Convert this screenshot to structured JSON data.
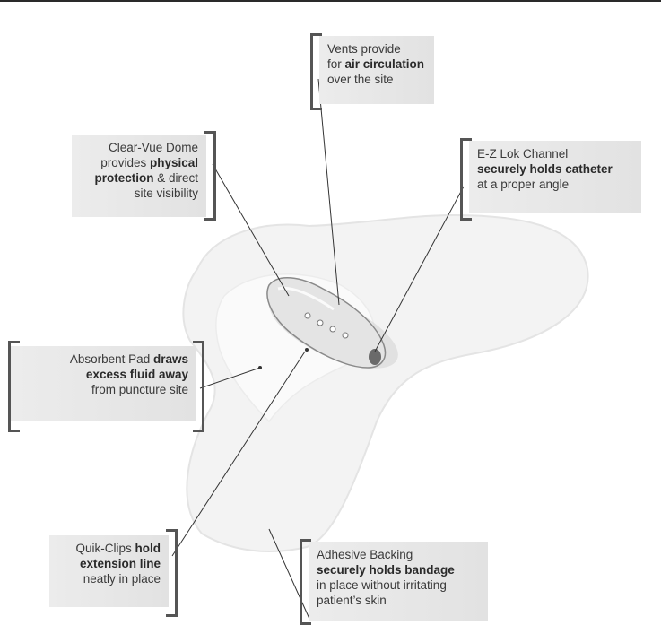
{
  "colors": {
    "callout_bg": "#e6e6e6",
    "bracket": "#555555",
    "leader": "#333333",
    "pad": "#f1f1f1",
    "dome": "#dcdcdc"
  },
  "callouts": {
    "vents": {
      "line1": "Vents provide",
      "line2_pre": "for ",
      "line2_bold": "air circulation",
      "line3": "over the site"
    },
    "dome": {
      "line1": "Clear-Vue Dome",
      "line2_pre": "provides ",
      "line2_bold": "physical",
      "line3_bold": "protection",
      "line3_post": " & direct",
      "line4": "site visibility"
    },
    "channel": {
      "line1": "E-Z Lok Channel",
      "line2_bold": "securely holds catheter",
      "line3": "at a proper angle"
    },
    "pad": {
      "line1_pre": "Absorbent Pad ",
      "line1_bold": "draws",
      "line2_bold": "excess fluid away",
      "line3": "from puncture site"
    },
    "clips": {
      "line1_pre": "Quik-Clips ",
      "line1_bold": "hold",
      "line2_bold": "extension line",
      "line3": "neatly in place"
    },
    "backing": {
      "line1": "Adhesive Backing",
      "line2_bold": "securely holds bandage",
      "line3": "in place without irritating",
      "line4": "patient’s skin"
    }
  }
}
